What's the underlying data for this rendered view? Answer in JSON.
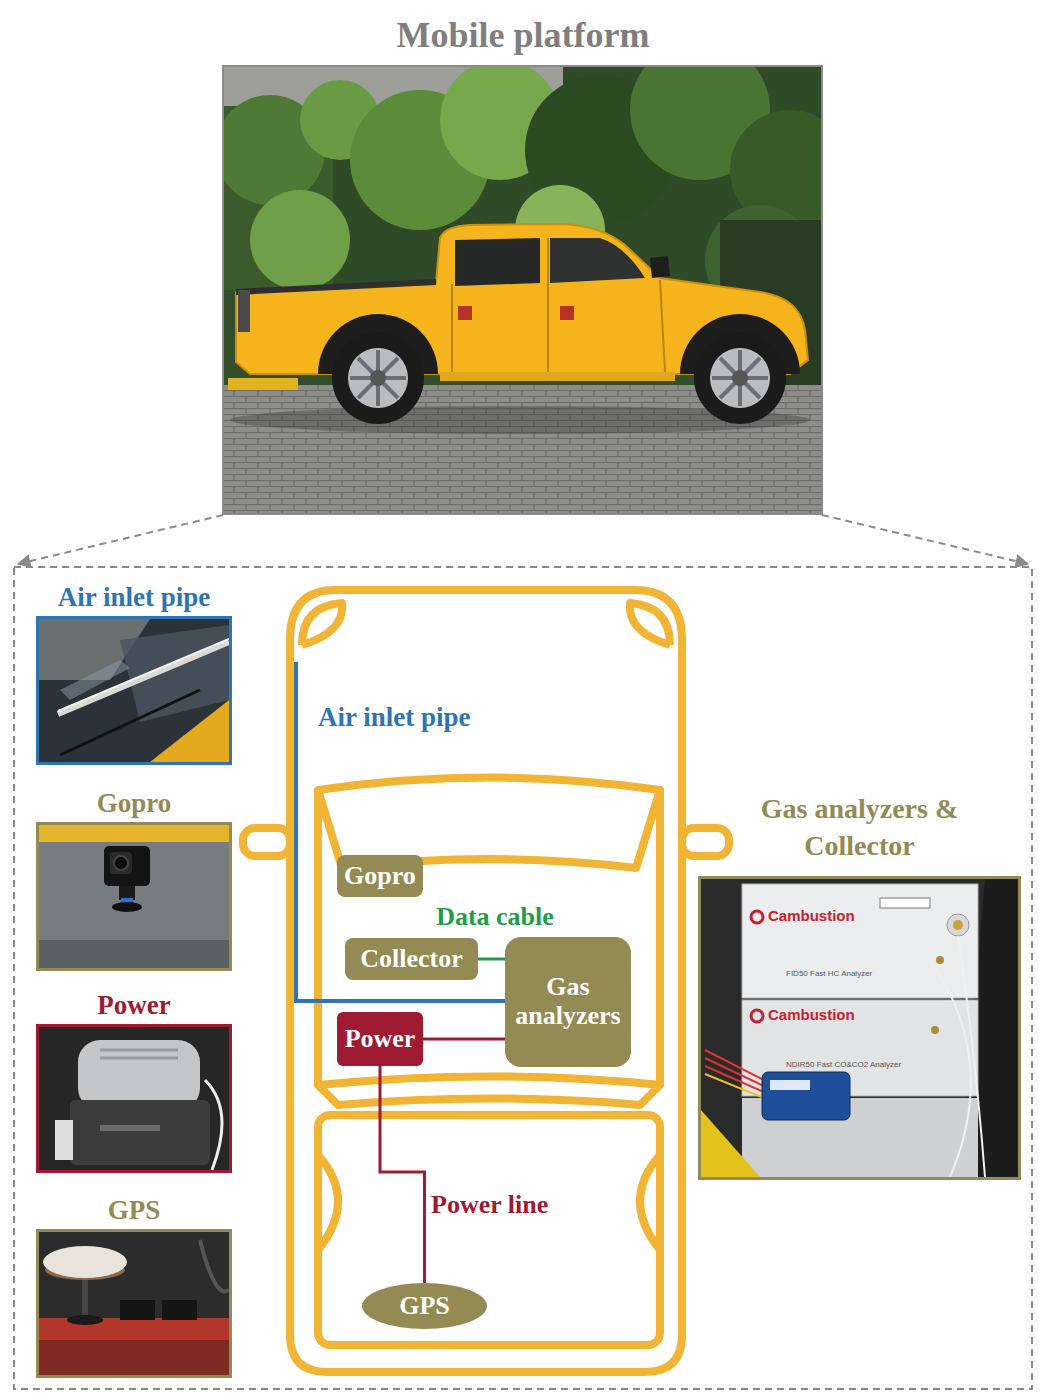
{
  "diagram": {
    "title": "Mobile platform",
    "nodes": [
      {
        "text": [
          "Air inlet pipe"
        ]
      },
      {
        "text": [
          "Gopro"
        ]
      },
      {
        "text": [
          "Power"
        ]
      },
      {
        "text": [
          "GPS"
        ]
      },
      {
        "text": [
          "Gas analyzers & Collector"
        ]
      },
      {
        "text": [
          "Gopro"
        ]
      },
      {
        "text": [
          "Collector"
        ]
      },
      {
        "text": [
          "Gas analyzers"
        ]
      },
      {
        "text": [
          "Power"
        ]
      },
      {
        "text": [
          "GPS"
        ]
      }
    ],
    "edges": [
      {
        "from": 6,
        "to": 7,
        "arrow": "none",
        "label": "Data cable"
      },
      {
        "from": 8,
        "to": 7,
        "arrow": "none"
      },
      {
        "from": 8,
        "to": 9,
        "arrow": "none",
        "label": "Power line"
      }
    ],
    "labels": [
      "Air inlet pipe",
      "Cambustion",
      "FID50 Fast HC Analyzer",
      "Cambustion",
      "NDIR50 Fast CO&CO2 Analyzer"
    ]
  }
}
